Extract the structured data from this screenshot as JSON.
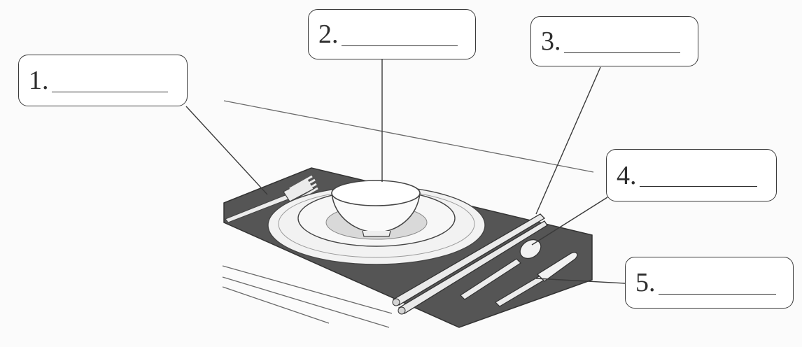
{
  "labels": [
    {
      "num": "1.",
      "points_to": "fork"
    },
    {
      "num": "2.",
      "points_to": "bowl"
    },
    {
      "num": "3.",
      "points_to": "chopsticks"
    },
    {
      "num": "4.",
      "points_to": "spoon"
    },
    {
      "num": "5.",
      "points_to": "knife"
    }
  ],
  "colors": {
    "placemat": "#555555",
    "outline": "#3a3a3a",
    "plate": "#f2f2f2",
    "plate_inner": "#d9d9d9",
    "utensil": "#ececec"
  }
}
